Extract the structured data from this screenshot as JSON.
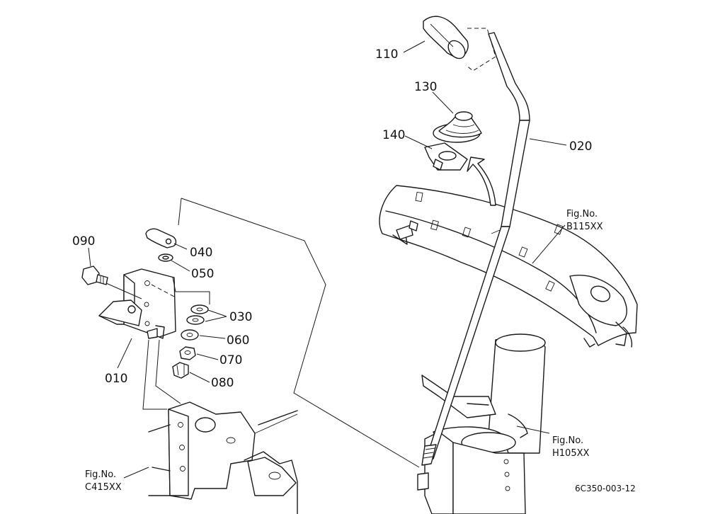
{
  "parts": {
    "p010": "010",
    "p020": "020",
    "p030": "030",
    "p040": "040",
    "p050": "050",
    "p060": "060",
    "p070": "070",
    "p080": "080",
    "p090": "090",
    "p110": "110",
    "p130": "130",
    "p140": "140"
  },
  "references": {
    "b115": {
      "line1": "Fig.No.",
      "line2": "B115XX"
    },
    "h105": {
      "line1": "Fig.No.",
      "line2": "H105XX"
    },
    "c415": {
      "line1": "Fig.No.",
      "line2": "C415XX"
    }
  },
  "drawing_code": "6C350-003-12"
}
